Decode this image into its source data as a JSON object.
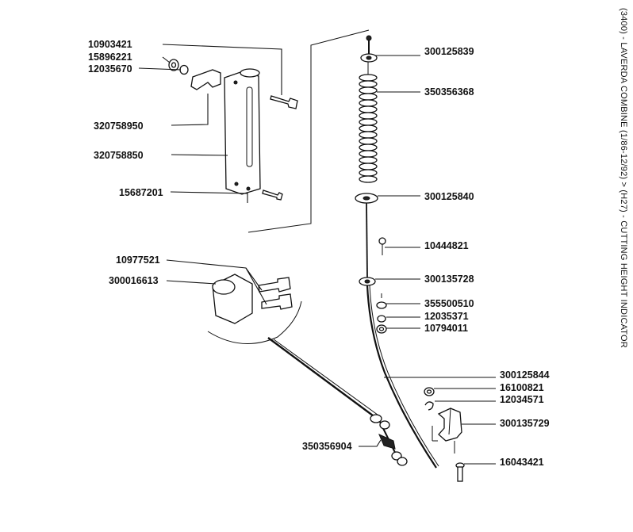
{
  "page_title": "(3400) - LAVERDA COMBINE (1/86-12/92) > (H27) - CUTTING HEIGHT INDICATOR",
  "parts": [
    {
      "key": "p10903421",
      "number": "10903421"
    },
    {
      "key": "p15896221",
      "number": "15896221"
    },
    {
      "key": "p12035670",
      "number": "12035670"
    },
    {
      "key": "p320758950",
      "number": "320758950"
    },
    {
      "key": "p320758850",
      "number": "320758850"
    },
    {
      "key": "p15687201",
      "number": "15687201"
    },
    {
      "key": "p10977521",
      "number": "10977521"
    },
    {
      "key": "p300016613",
      "number": "300016613"
    },
    {
      "key": "p350356904",
      "number": "350356904"
    },
    {
      "key": "p300125839",
      "number": "300125839"
    },
    {
      "key": "p350356368",
      "number": "350356368"
    },
    {
      "key": "p300125840",
      "number": "300125840"
    },
    {
      "key": "p10444821",
      "number": "10444821"
    },
    {
      "key": "p300135728",
      "number": "300135728"
    },
    {
      "key": "p355500510",
      "number": "355500510"
    },
    {
      "key": "p12035371",
      "number": "12035371"
    },
    {
      "key": "p10794011",
      "number": "10794011"
    },
    {
      "key": "p300125844",
      "number": "300125844"
    },
    {
      "key": "p16100821",
      "number": "16100821"
    },
    {
      "key": "p12034571",
      "number": "12034571"
    },
    {
      "key": "p300135729",
      "number": "300135729"
    },
    {
      "key": "p16043421",
      "number": "16043421"
    }
  ]
}
